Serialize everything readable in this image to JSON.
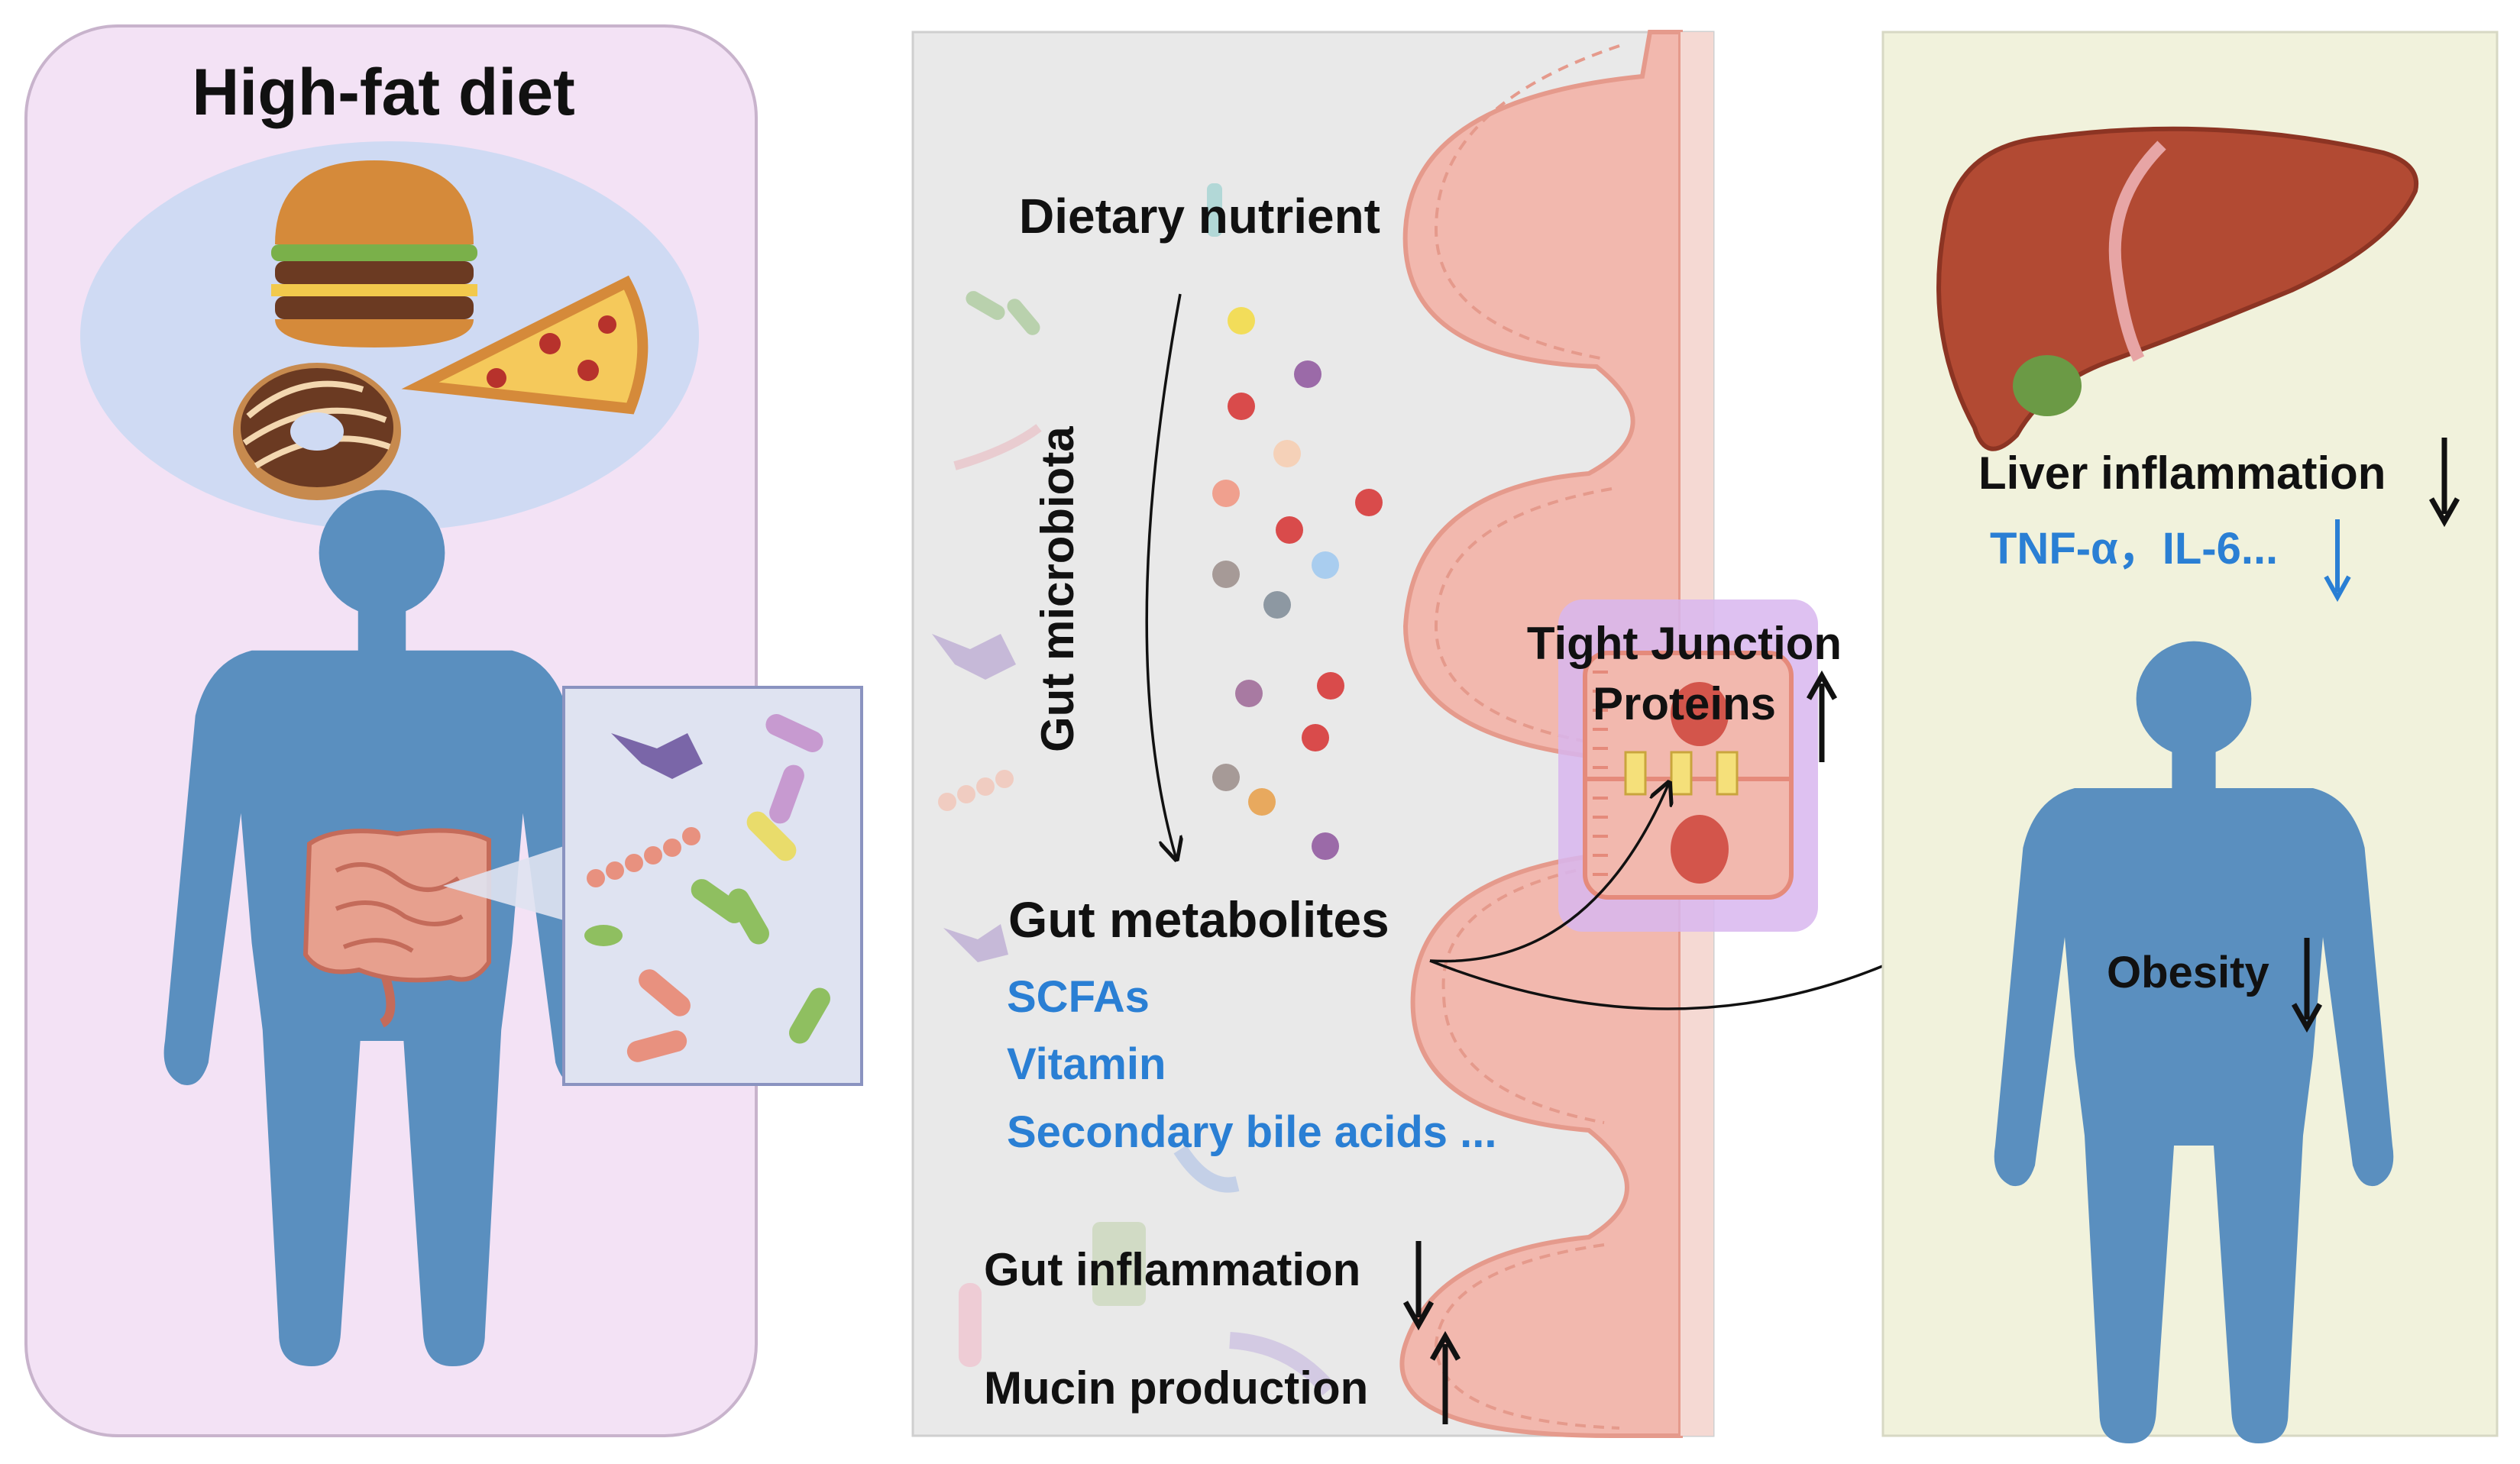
{
  "left_panel": {
    "title": "High-fat diet"
  },
  "middle_panel": {
    "dietary_nutrient": "Dietary nutrient",
    "gut_microbiota": "Gut microbiota",
    "gut_metabolites": "Gut metabolites",
    "metabolites": [
      "SCFAs",
      "Vitamin",
      "Secondary bile acids ..."
    ],
    "gut_inflammation": "Gut inflammation",
    "mucin_production": "Mucin production",
    "tight_junction_line1": "Tight Junction",
    "tight_junction_line2": "Proteins"
  },
  "right_panel": {
    "liver_inflammation": "Liver inflammation",
    "cytokines": "TNF-α，IL-6...",
    "obesity": "Obesity"
  },
  "colors": {
    "left_bg": "#f3e2f5",
    "middle_bg": "#e9e9e9",
    "right_bg": "#f1f2dc",
    "body_blue": "#5a8fbf",
    "label_blue": "#2a7fd4",
    "liver": "#b24a33",
    "villus": "#f2b8ae"
  },
  "icons": [
    "hamburger-icon",
    "pizza-icon",
    "donut-icon",
    "intestine-icon",
    "bacteria-icon",
    "liver-icon",
    "human-body-icon",
    "up-arrow-icon",
    "down-arrow-icon"
  ]
}
